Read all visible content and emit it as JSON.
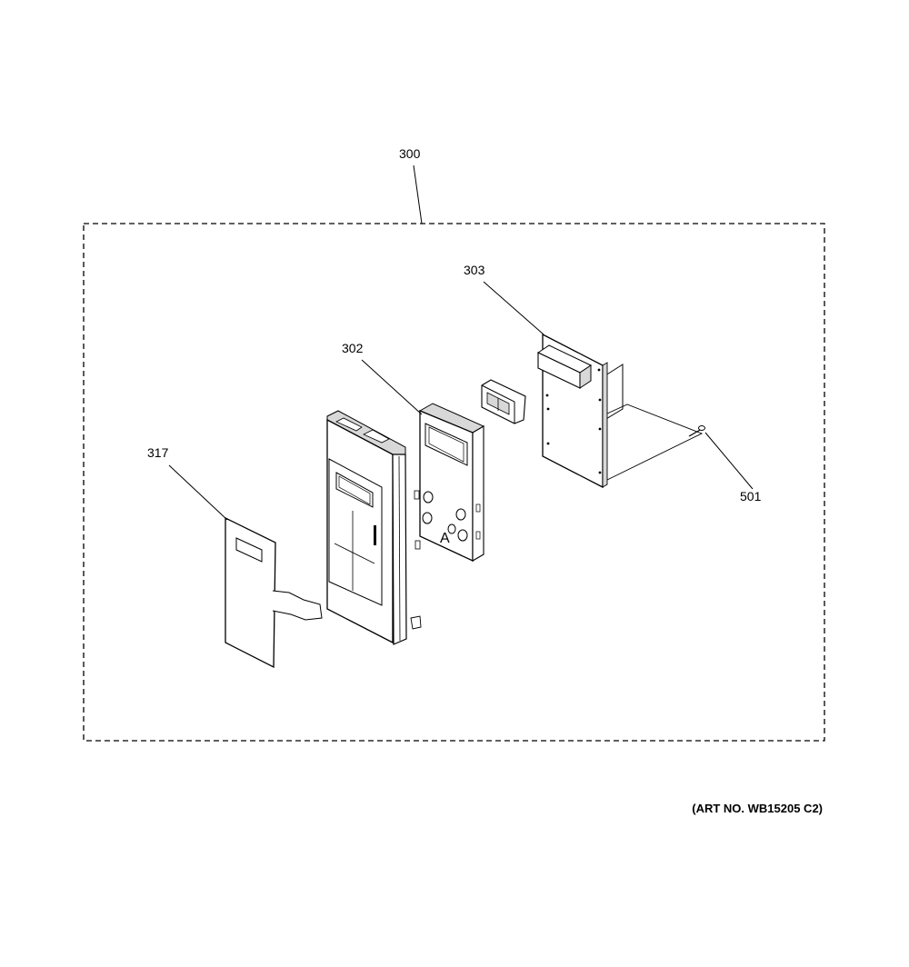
{
  "diagram": {
    "callouts": {
      "assembly": "300",
      "control_panel": "302",
      "control_board": "303",
      "touch_pad": "317",
      "screw": "501"
    },
    "panel_mark": "A",
    "art_number": "(ART NO. WB15205 C2)",
    "line_color": "#000000",
    "fill_color": "#ffffff",
    "shade_color": "#d8d8d8"
  }
}
